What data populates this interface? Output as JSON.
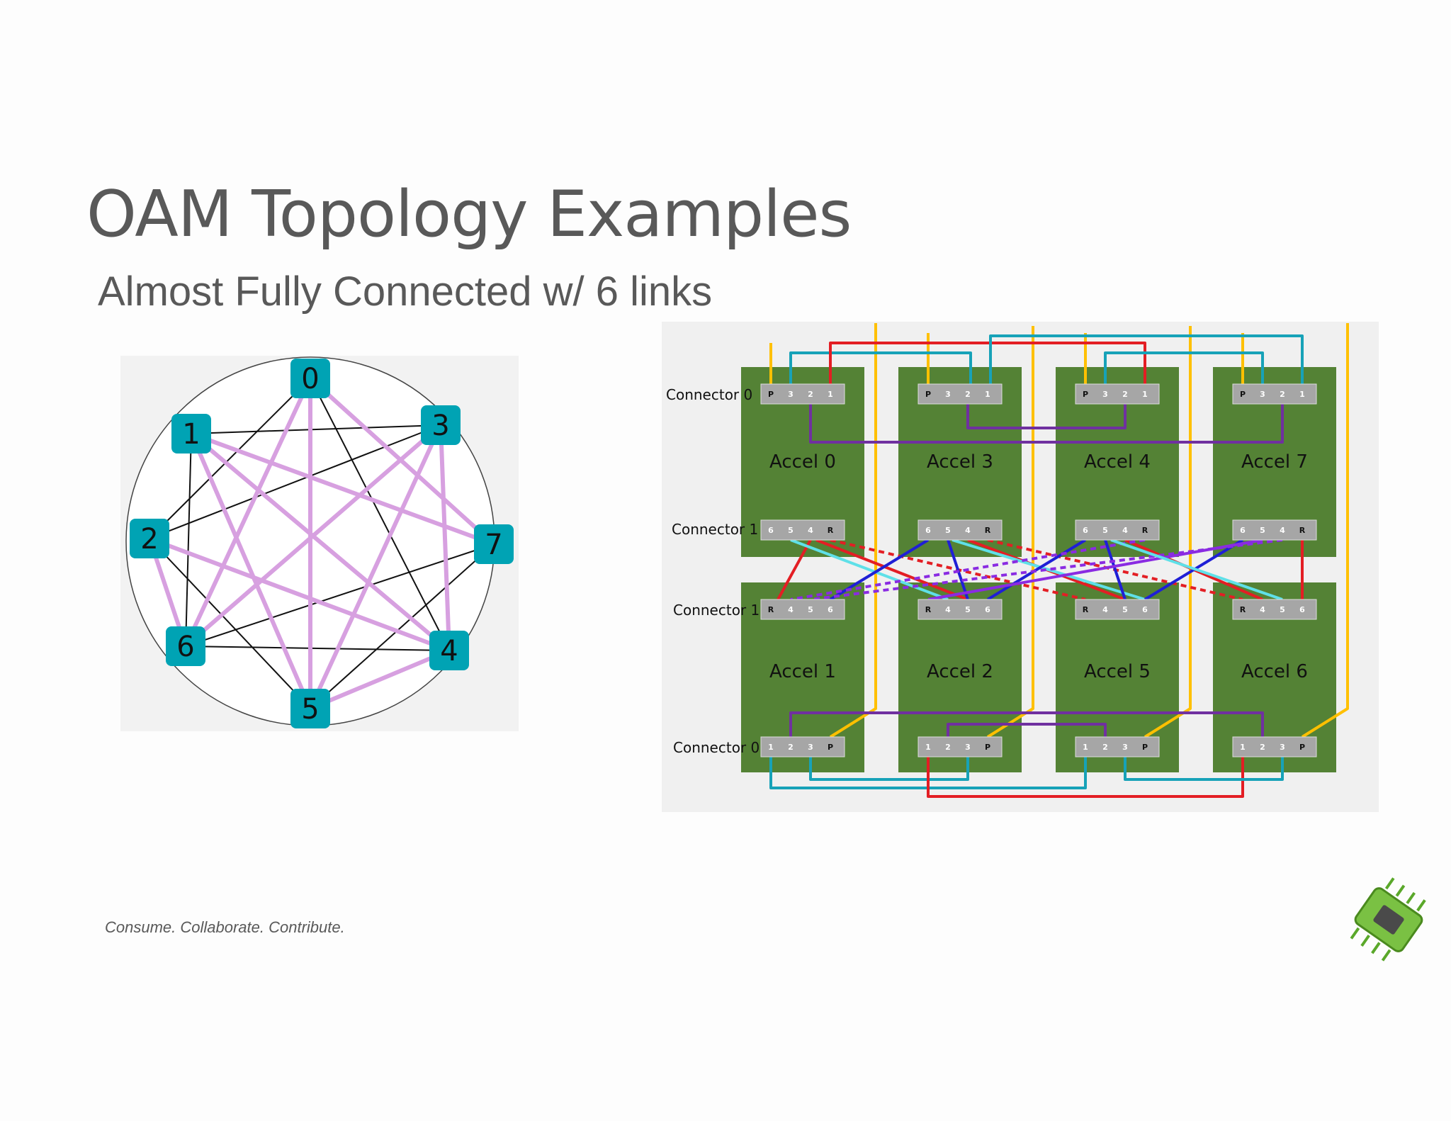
{
  "slide": {
    "title": "OAM Topology Examples",
    "subtitle": "Almost Fully Connected w/ 6 links",
    "tagline": "Consume. Collaborate. Contribute."
  },
  "graph": {
    "nodes": [
      "0",
      "1",
      "2",
      "3",
      "4",
      "5",
      "6",
      "7"
    ],
    "purple_edges": [
      [
        "0",
        "5"
      ],
      [
        "0",
        "7"
      ],
      [
        "0",
        "6"
      ],
      [
        "1",
        "7"
      ],
      [
        "1",
        "5"
      ],
      [
        "2",
        "6"
      ],
      [
        "2",
        "4"
      ],
      [
        "3",
        "4"
      ],
      [
        "3",
        "6"
      ],
      [
        "3",
        "5"
      ],
      [
        "5",
        "4"
      ],
      [
        "1",
        "4"
      ]
    ],
    "black_edges": [
      [
        "0",
        "2"
      ],
      [
        "0",
        "4"
      ],
      [
        "1",
        "3"
      ],
      [
        "1",
        "6"
      ],
      [
        "2",
        "3"
      ],
      [
        "2",
        "5"
      ],
      [
        "6",
        "7"
      ],
      [
        "6",
        "4"
      ],
      [
        "5",
        "7"
      ]
    ],
    "colors": {
      "node": "#00a3b4",
      "purple": "#d7a0e0",
      "black": "#111111",
      "panel": "#f2f2f2"
    }
  },
  "wiring": {
    "accel_top": [
      "Accel 0",
      "Accel 3",
      "Accel 4",
      "Accel 7"
    ],
    "accel_bottom": [
      "Accel 1",
      "Accel 2",
      "Accel 5",
      "Accel 6"
    ],
    "connector_labels": {
      "top_c0": "Connector 0",
      "top_c1": "Connector 1",
      "bottom_c1": "Connector 1",
      "bottom_c0": "Connector 0"
    },
    "pins_top_c0": [
      "P",
      "3",
      "2",
      "1"
    ],
    "pins_top_c1": [
      "6",
      "5",
      "4",
      "R"
    ],
    "pins_bottom_c1": [
      "R",
      "4",
      "5",
      "6"
    ],
    "pins_bottom_c0": [
      "1",
      "2",
      "3",
      "P"
    ],
    "colors": {
      "board": "#548235",
      "connector": "#a6a6a6",
      "yellow": "#ffc000",
      "teal": "#17a2b8",
      "red": "#e31e24",
      "purple": "#7030a0",
      "blue": "#1f1fd6",
      "violet": "#8a2be2",
      "cyan": "#5fe0e8"
    }
  }
}
